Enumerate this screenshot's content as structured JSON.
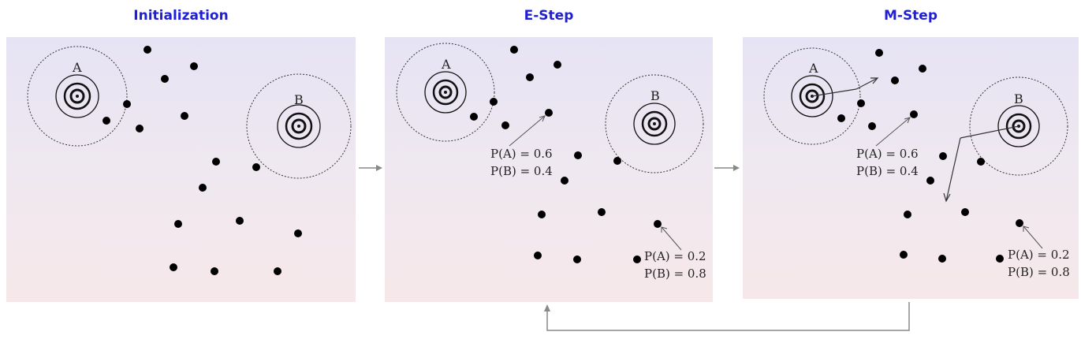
{
  "titles": {
    "initialization": "Initialization",
    "e_step": "E-Step",
    "m_step": "M-Step"
  },
  "clusters": {
    "a_label": "A",
    "b_label": "B"
  },
  "probabilities": {
    "point1_pa": "P(A) = 0.6",
    "point1_pb": "P(B) = 0.4",
    "point2_pa": "P(A) = 0.2",
    "point2_pb": "P(B) = 0.8"
  },
  "colors": {
    "title": "#1f1fd8",
    "arrow": "#888888",
    "point": "#000000"
  }
}
